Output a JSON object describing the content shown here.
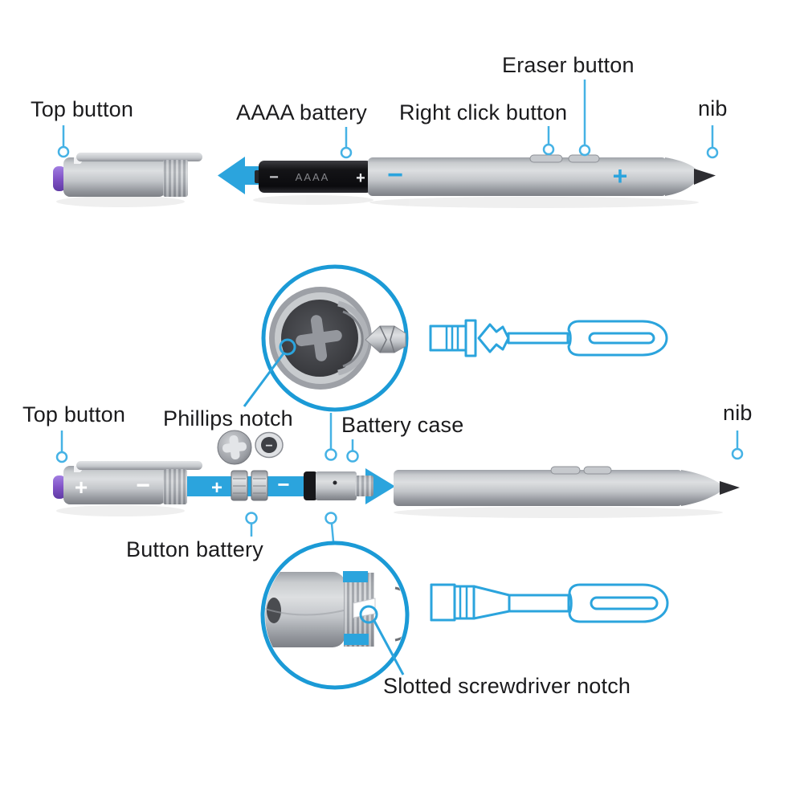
{
  "diagram": {
    "subject": "stylus-pen-battery-replacement",
    "labels": {
      "eraser_button": "Eraser button",
      "top_button_upper": "Top button",
      "aaaa_battery": "AAAA battery",
      "right_click_button": "Right click button",
      "nib_upper": "nib",
      "top_button_lower": "Top button",
      "phillips_notch": "Phillips notch",
      "battery_case": "Battery case",
      "nib_lower": "nib",
      "button_battery": "Button battery",
      "slotted_screwdriver_notch": "Slotted screwdriver notch"
    },
    "markings": {
      "aaaa_battery_minus": "−",
      "aaaa_battery_text": "AAAA",
      "aaaa_battery_plus": "+",
      "pen_body_minus": "−",
      "pen_body_plus": "+",
      "cap_plus": "+",
      "cap_minus": "−",
      "exploded_plus": "+",
      "exploded_minus": "−",
      "coin_cell_minus": "−"
    },
    "colors": {
      "accent_blue": "#2BA4DD",
      "leader_blue": "#45B2E5",
      "magnifier_ring_blue": "#1B9AD6",
      "purple_button": "#8153C6",
      "battery_black": "#121215",
      "label_text": "#1b1b1d"
    }
  }
}
